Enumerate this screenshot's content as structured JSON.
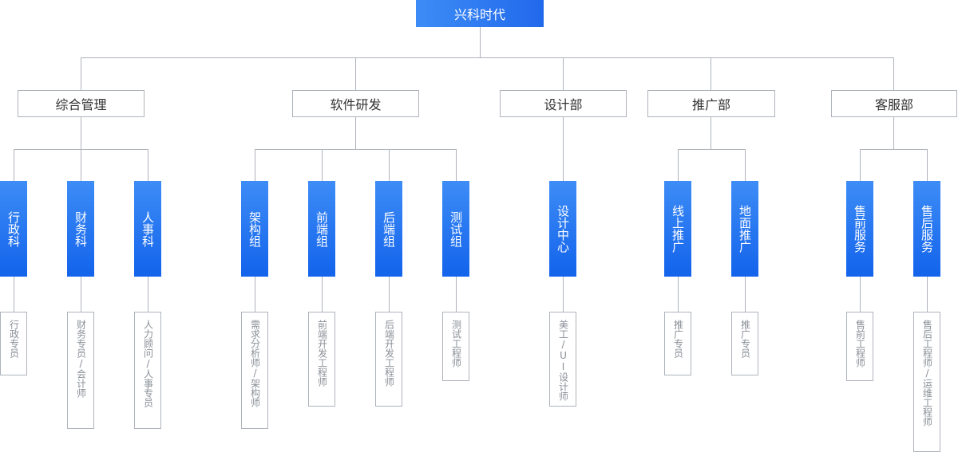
{
  "root": {
    "label": "兴科时代"
  },
  "departments": [
    {
      "label": "综合管理"
    },
    {
      "label": "软件研发"
    },
    {
      "label": "设计部"
    },
    {
      "label": "推广部"
    },
    {
      "label": "客服部"
    }
  ],
  "teams": [
    {
      "label": "行政科",
      "role": "行政专员"
    },
    {
      "label": "财务科",
      "role": "财务专员/会计师"
    },
    {
      "label": "人事科",
      "role": "人力顾问/人事专员"
    },
    {
      "label": "架构组",
      "role": "需求分析师/架构师"
    },
    {
      "label": "前端组",
      "role": "前端开发工程师"
    },
    {
      "label": "后端组",
      "role": "后端开发工程师"
    },
    {
      "label": "测试组",
      "role": "测试工程师"
    },
    {
      "label": "设计中心",
      "role": "美工/UI设计师"
    },
    {
      "label": "线上推广",
      "role": "推广专员"
    },
    {
      "label": "地面推广",
      "role": "推广专员"
    },
    {
      "label": "售前服务",
      "role": "售前工程师"
    },
    {
      "label": "售后服务",
      "role": "售后工程师/运维工程师"
    }
  ],
  "colors": {
    "accent": "#2169ec",
    "line": "#aeb3bb",
    "role_text": "#8a8f97"
  }
}
